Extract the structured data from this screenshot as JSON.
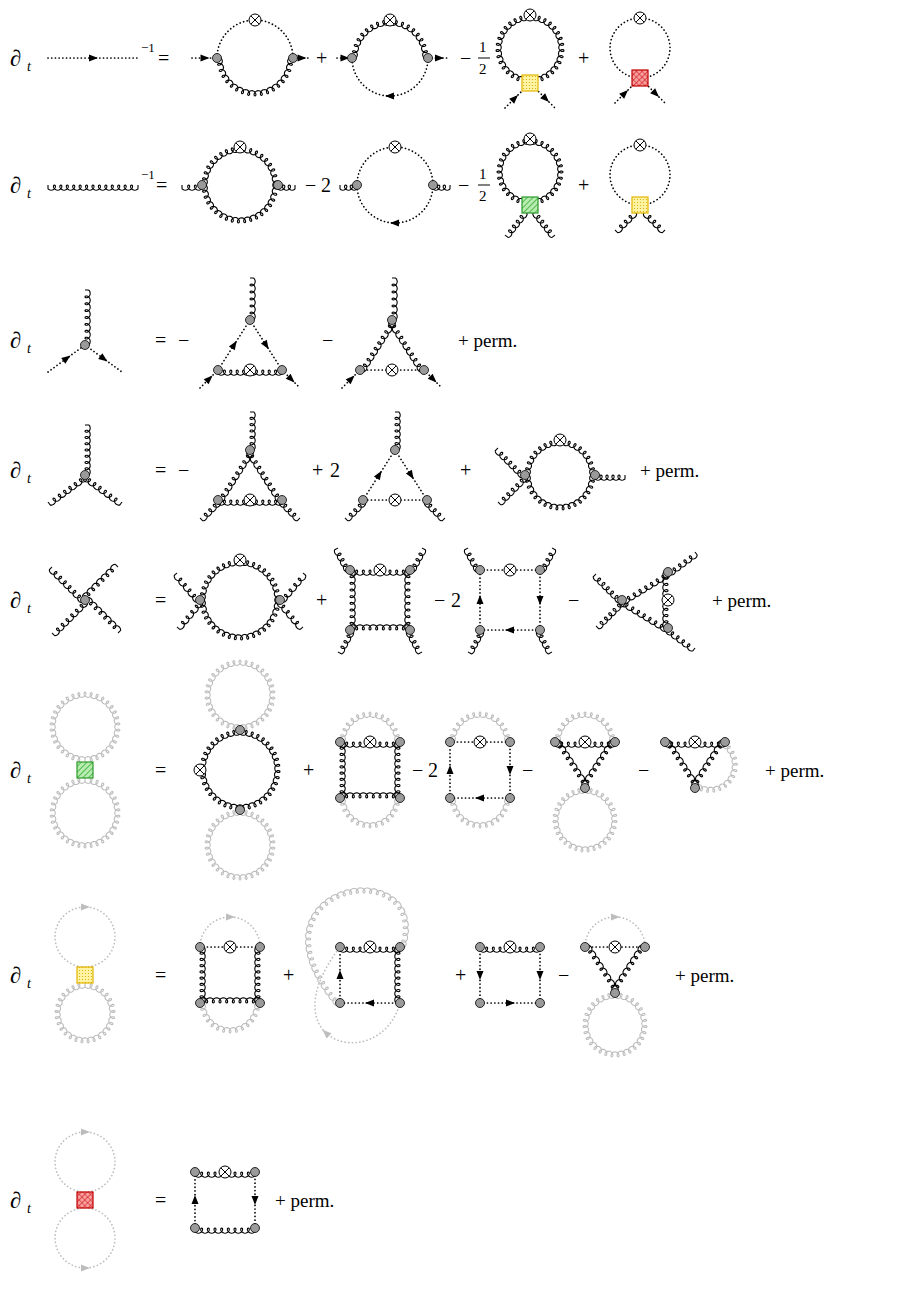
{
  "diagram": {
    "labels": [
      "∂",
      "t",
      "−1",
      "=",
      "+",
      "−",
      "1",
      "2",
      "+",
      "∂",
      "t",
      "−1",
      "=",
      "−",
      "2",
      "−",
      "1",
      "2",
      "+",
      "∂",
      "t",
      "=",
      "−",
      "−",
      "+ perm.",
      "∂",
      "t",
      "=",
      "−",
      "+",
      "2",
      "+",
      "+ perm.",
      "∂",
      "t",
      "=",
      "+",
      "−",
      "2",
      "−",
      "+ perm.",
      "∂",
      "t",
      "=",
      "+",
      "−",
      "2",
      "−",
      "−",
      "+ perm.",
      "∂",
      "t",
      "=",
      "+",
      "+",
      "−",
      "+ perm.",
      "∂",
      "t",
      "=",
      "+ perm."
    ]
  }
}
